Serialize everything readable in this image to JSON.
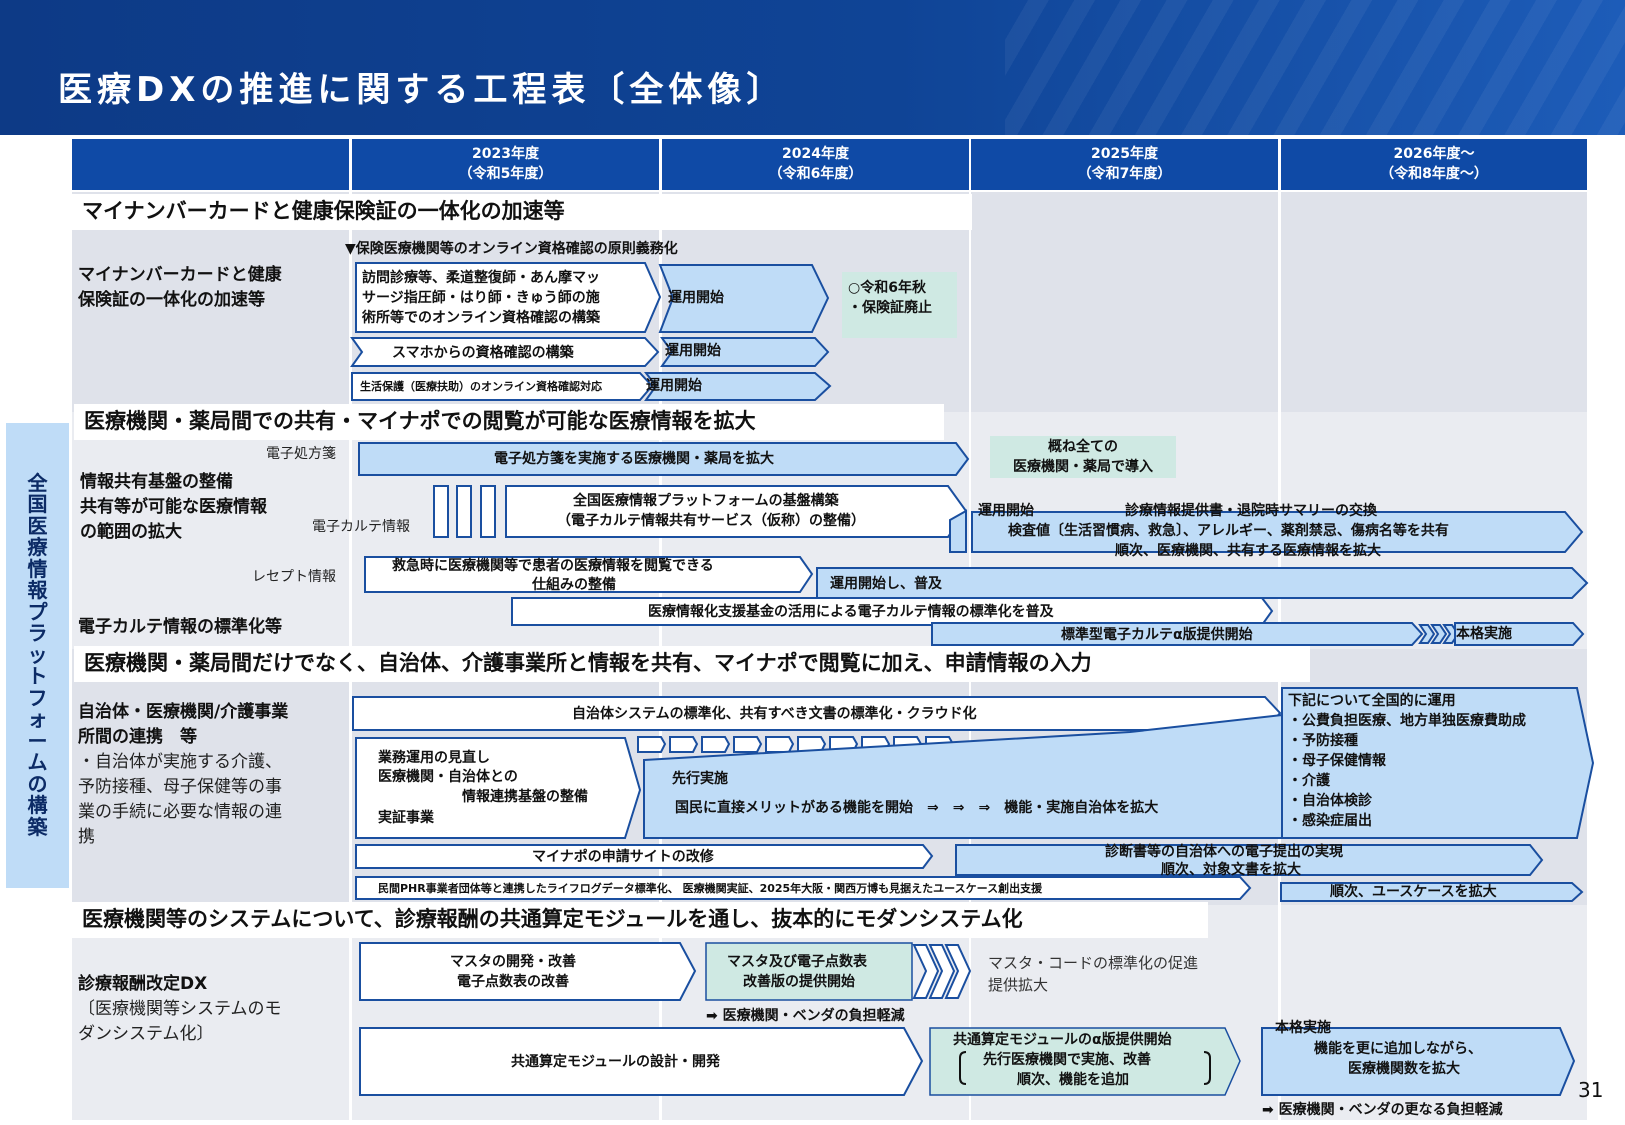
{
  "title": "医療DXの推進に関する工程表〔全体像〕",
  "page_number": "31",
  "years": [
    {
      "year": "2023年度",
      "era": "（令和5年度）"
    },
    {
      "year": "2024年度",
      "era": "（令和6年度）"
    },
    {
      "year": "2025年度",
      "era": "（令和7年度）"
    },
    {
      "year": "2026年度～",
      "era": "（令和8年度～）"
    }
  ],
  "vertical_label": [
    "全",
    "国",
    "医",
    "療",
    "情",
    "報",
    "プ",
    "ラ",
    "ッ",
    "ト",
    "フ",
    "ォ",
    "ー",
    "ム",
    "の",
    "構",
    "築"
  ],
  "sections": {
    "s1": {
      "heading": "マイナンバーカードと健康保険証の一体化の加速等",
      "label": [
        "マイナンバーカードと健康",
        "保険証の一体化の加速等"
      ],
      "milestone": "▼保険医療機関等のオンライン資格確認の原則義務化",
      "arrows": {
        "a1": [
          "訪問診療等、柔道整復師・あん摩マッ",
          "サージ指圧師・はり師・きゅう師の施",
          "術所等でのオンライン資格確認の構築"
        ],
        "a1b": "運用開始",
        "a2": "スマホからの資格確認の構築",
        "a2b": "運用開始",
        "a3": "生活保護（医療扶助）のオンライン資格確認対応",
        "a3b": "運用開始"
      },
      "note": [
        "○令和6年秋",
        "・保険証廃止"
      ]
    },
    "s2": {
      "heading": "医療機関・薬局間での共有・マイナポでの閲覧が可能な医療情報を拡大",
      "label": [
        "情報共有基盤の整備",
        "共有等が可能な医療情報",
        "の範囲の拡大"
      ],
      "label2": "電子カルテ情報の標準化等",
      "row_labels": {
        "eprescription": "電子処方箋",
        "emr": "電子カルテ情報",
        "receipt": "レセプト情報"
      },
      "arrows": {
        "ep": "電子処方箋を実施する医療機関・薬局を拡大",
        "platform": [
          "全国医療情報プラットフォームの基盤構築",
          "（電子カルテ情報共有サービス（仮称）の整備）"
        ],
        "share": [
          "運用開始",
          "診療情報提供書・退院時サマリーの交換",
          "検査値〔生活習慣病、救急〕、アレルギー、薬剤禁忌、傷病名等を共有",
          "順次、医療機関、共有する医療情報を拡大"
        ],
        "emergency": [
          "救急時に医療機関等で患者の医療情報を閲覧できる",
          "仕組みの整備"
        ],
        "spread": "運用開始し、普及",
        "fund": "医療情報化支援基金の活用による電子カルテ情報の標準化を普及",
        "alpha": "標準型電子カルテα版提供開始",
        "full": "本格実施"
      },
      "note": [
        "概ね全ての",
        "医療機関・薬局で導入"
      ]
    },
    "s3": {
      "heading": "医療機関・薬局間だけでなく、自治体、介護事業所と情報を共有、マイナポで閲覧に加え、申請情報の入力",
      "label": [
        "自治体・医療機関/介護事業",
        "所間の連携　等"
      ],
      "label_desc": [
        "・自治体が実施する介護、",
        "予防接種、母子保健等の事",
        "業の手続に必要な情報の連",
        "携"
      ],
      "arrows": {
        "std": "自治体システムの標準化、共有すべき文書の標準化・クラウド化",
        "review": [
          "業務運用の見直し",
          "医療機関・自治体との",
          "情報連携基盤の整備",
          "実証事業"
        ],
        "pilot": [
          "先行実施",
          "国民に直接メリットがある機能を開始　⇒　⇒　⇒　機能・実施自治体を拡大"
        ],
        "national": [
          "下記について全国的に運用",
          "・公費負担医療、地方単独医療費助成",
          "・予防接種",
          "・母子保健情報",
          "・介護",
          "・自治体検診",
          "・感染症届出"
        ],
        "mynaportal": "マイナポの申請サイトの改修",
        "diagnosis": [
          "診断書等の自治体への電子提出の実現",
          "順次、対象文書を拡大"
        ],
        "phr": "民間PHR事業者団体等と連携したライフログデータ標準化、 医療機関実証、2025年大阪・関西万博も見据えたユースケース創出支援",
        "phr2": "順次、ユースケースを拡大"
      }
    },
    "s4": {
      "heading": "医療機関等のシステムについて、診療報酬の共通算定モジュールを通し、抜本的にモダンシステム化",
      "label": "診療報酬改定DX",
      "label_desc": [
        "〔医療機関等システムのモ",
        "ダンシステム化〕"
      ],
      "arrows": {
        "master": [
          "マスタの開発・改善",
          "電子点数表の改善"
        ],
        "master2": [
          "マスタ及び電子点数表",
          "改善版の提供開始"
        ],
        "master3": [
          "マスタ・コードの標準化の促進",
          "提供拡大"
        ],
        "burden": "➡ 医療機関・ベンダの負担軽減",
        "module": "共通算定モジュールの設計・開発",
        "module2": [
          "共通算定モジュールのα版提供開始",
          "先行医療機関で実施、改善",
          "順次、機能を追加"
        ],
        "full": [
          "本格実施",
          "機能を更に追加しながら、",
          "医療機関数を拡大"
        ],
        "burden2": "➡ 医療機関・ベンダの更なる負担軽減"
      }
    }
  },
  "colors": {
    "header": "#0f4496",
    "year": "#0f4aa6",
    "arrow_fill": "#bfdcf7",
    "arrow_stroke": "#1a4fa0",
    "note_bg": "#cfe9e3",
    "col_bg": "#dfe2ea"
  }
}
